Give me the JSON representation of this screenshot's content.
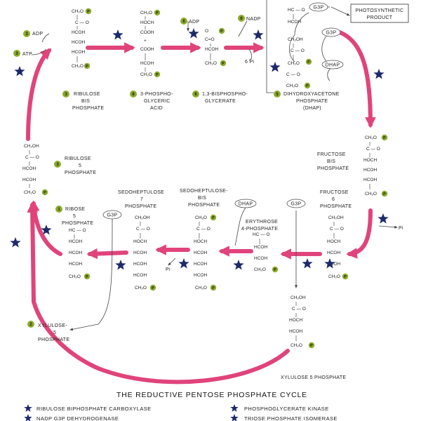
{
  "title": "THE REDUCTIVE PENTOSE PHOSPHATE CYCLE",
  "colors": {
    "arrow": "#e0447a",
    "star": "#1c2a6b",
    "phosphate_circle": "#8cab2c",
    "number_circle": "#8cab2c"
  },
  "compounds": {
    "ribulose_bis": {
      "number": "3",
      "lines": [
        "RIBULOSE",
        "BIS",
        "PHOSPHATE"
      ]
    },
    "pga": {
      "number": "6",
      "lines": [
        "3-PHOSPHO-",
        "GLYCERIC",
        "ACID"
      ]
    },
    "bpg": {
      "number": "6",
      "lines": [
        "1,3-BISPHOSPHO-",
        "GLYCERATE"
      ]
    },
    "dhap": {
      "number": "5",
      "lines": [
        "DIHYDROXYACETONE",
        "PHOSPHATE",
        "(DHAP)"
      ]
    },
    "ribulose5": {
      "number": "3",
      "lines": [
        "RIBULOSE",
        "5",
        "PHOSPHATE"
      ]
    },
    "fbp": {
      "lines": [
        "FRUCTOSE",
        "BIS",
        "PHOSPHATE"
      ]
    },
    "f6p": {
      "lines": [
        "FRUCTOSE",
        "6",
        "PHOSPHATE"
      ]
    },
    "ribose5": {
      "number": "1",
      "lines": [
        "RIBOSE",
        "5",
        "PHOSPHATE"
      ]
    },
    "s7p": {
      "lines": [
        "SEDOHEPTULOSE",
        "7",
        "PHOSPHATE"
      ]
    },
    "sbp": {
      "lines": [
        "SEDOHEPTULOSE-",
        "BIS",
        "PHOSPHATE"
      ]
    },
    "e4p": {
      "lines": [
        "ERYTHROSE",
        "4-PHOSPHATE"
      ]
    },
    "xylulose_left": {
      "number": "2",
      "lines": [
        "XYLULOSE-",
        "5",
        "PHOSPHATE"
      ]
    },
    "xylulose_bottom": {
      "lines": [
        "XYLULOSE 5 PHOSPHATE"
      ]
    }
  },
  "cofactors": {
    "adp_left": "ADP",
    "atp_left": "ATP",
    "adp_top": "ADP",
    "nadp_top": "NADP",
    "pi_top": "6  Pi",
    "pi_fbp": "Pi",
    "pi_sbp": "Pi",
    "num_adp_left": "3",
    "num_atp_left": "3",
    "num_adp_top": "6",
    "num_nadp_top": "6"
  },
  "bubbles": {
    "g3p_top": "G3P",
    "g3p_right": "G3P",
    "dhap_right": "DHAP",
    "dhap_mid": "DHAP",
    "g3p_mid": "G3P",
    "g3p_left": "G3P"
  },
  "product_box": [
    "PHOTOSYNTHETIC",
    "PRODUCT"
  ],
  "legend": [
    "RIBULOSE BIPHOSPHATE CARBOXYLASE",
    "NADP G3P DEHYDROGENASE",
    "PHOSPHOGLYCERATE KINASE",
    "TRIOSE PHOSPHATE ISOMERASE"
  ],
  "phosphate_symbol": "P"
}
